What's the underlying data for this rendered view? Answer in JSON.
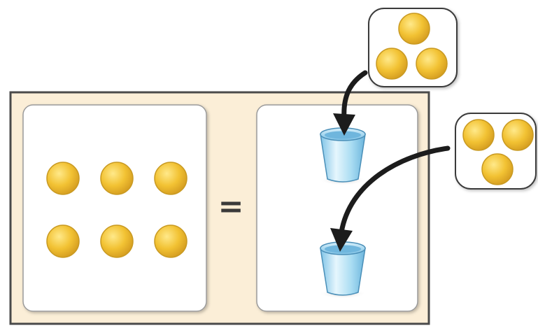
{
  "equation": {
    "operator": "=",
    "left_counters": 6,
    "groups_per_cup": [
      3,
      3
    ],
    "cups": 2
  },
  "colors": {
    "mat_background": "#fbeed7",
    "mat_border": "#4a4a4a",
    "panel_background": "#ffffff",
    "counter_fill": "#f2c233",
    "counter_edge": "#b8891c",
    "cup_blue": "#8fcdea",
    "arrow": "#1c1c1c"
  },
  "icons": {
    "counter": "yellow-counter-disc",
    "cup": "blue-cup",
    "arrow": "curved-arrow"
  }
}
